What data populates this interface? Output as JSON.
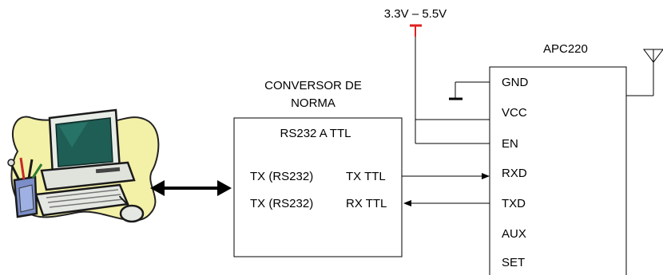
{
  "supply": {
    "label": "3.3V – 5.5V",
    "color": "#e02020"
  },
  "converter": {
    "heading_line1": "CONVERSOR DE",
    "heading_line2": "NORMA",
    "box_title": "RS232 A TTL",
    "rows": [
      {
        "left": "TX (RS232)",
        "right": "TX TTL"
      },
      {
        "left": "TX (RS232)",
        "right": "RX TTL"
      }
    ]
  },
  "module": {
    "title": "APC220",
    "pins": [
      "GND",
      "VCC",
      "EN",
      "RXD",
      "TXD",
      "AUX",
      "SET"
    ]
  },
  "computer": {
    "icon": "computer-clipart-icon"
  },
  "antenna": {
    "icon": "antenna-icon"
  }
}
